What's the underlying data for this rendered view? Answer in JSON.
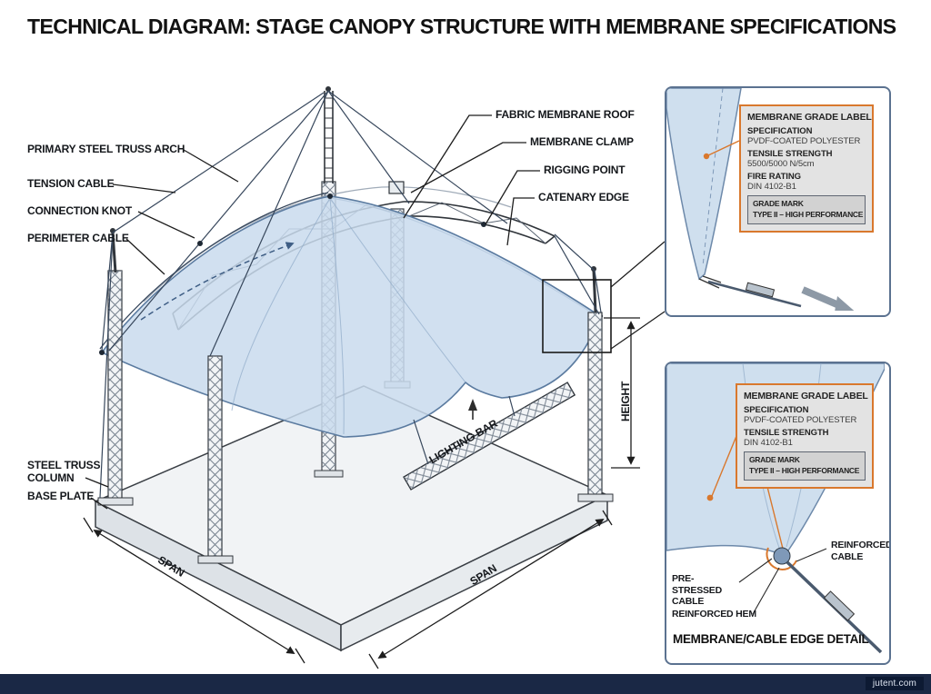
{
  "page": {
    "title": "TECHNICAL DIAGRAM: STAGE CANOPY STRUCTURE WITH MEMBRANE SPECIFICATIONS",
    "watermark": "jutent.com"
  },
  "diagram": {
    "left_labels": [
      "PRIMARY STEEL TRUSS ARCH",
      "TENSION CABLE",
      "CONNECTION KNOT",
      "PERIMETER CABLE",
      "STEEL TRUSS COLUMN",
      "BASE PLATE"
    ],
    "right_labels": [
      "FABRIC MEMBRANE ROOF",
      "MEMBRANE CLAMP",
      "RIGGING POINT",
      "CATENARY EDGE"
    ],
    "lighting_bar": "LIGHTING BAR",
    "height_label": "HEIGHT",
    "span_label_left": "SPAN",
    "span_label_right": "SPAN"
  },
  "detail_top": {
    "spec": {
      "title": "MEMBRANE GRADE LABEL",
      "rows": [
        {
          "name": "SPECIFICATION",
          "value": "PVDF-COATED POLYESTER"
        },
        {
          "name": "TENSILE STRENGTH",
          "value": "5500/5000 N/5cm"
        },
        {
          "name": "FIRE RATING",
          "value": "DIN 4102-B1"
        }
      ],
      "grade_mark": {
        "name": "GRADE MARK",
        "value": "TYPE II – HIGH PERFORMANCE"
      }
    }
  },
  "detail_bottom": {
    "caption": "MEMBRANE/CABLE EDGE DETAIL",
    "spec": {
      "title": "MEMBRANE GRADE LABEL",
      "rows": [
        {
          "name": "SPECIFICATION",
          "value": "PVDF-COATED POLYESTER"
        },
        {
          "name": "TENSILE STRENGTH",
          "value": "DIN 4102-B1"
        }
      ],
      "grade_mark": {
        "name": "GRADE MARK",
        "value": "TYPE II – HIGH PERFORMANCE"
      }
    },
    "labels": {
      "reinforced_cable": "REINFORCED CABLE",
      "pre_stressed_cable": "PRE-STRESSED CABLE",
      "reinforced_hem": "REINFORCED HEM"
    }
  },
  "colors": {
    "membrane": "#c9daed",
    "accent_orange": "#d9782d",
    "panel_border": "#5b7290",
    "footer_bar": "#1a2845"
  }
}
